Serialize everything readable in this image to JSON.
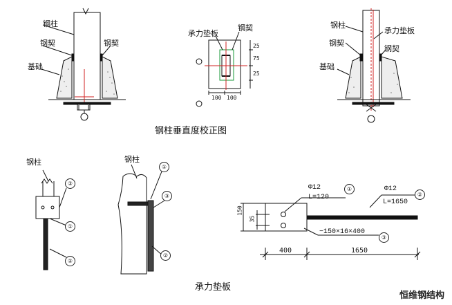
{
  "top_left": {
    "labels": [
      "钢柱",
      "钢契",
      "钢契",
      "基础"
    ]
  },
  "top_middle": {
    "labels": [
      "承力垫板",
      "钢契"
    ],
    "dims": [
      "25",
      "75",
      "25",
      "100",
      "100"
    ]
  },
  "top_right": {
    "labels": [
      "钢柱",
      "承力垫板",
      "钢契",
      "钢契",
      "基础"
    ]
  },
  "caption_top": "钢柱垂直度校正图",
  "bottom_left": {
    "label": "钢柱",
    "markers": [
      "③",
      "①",
      "②"
    ]
  },
  "bottom_middle": {
    "label": "钢柱",
    "markers": [
      "①",
      "③",
      "②"
    ]
  },
  "bottom_right": {
    "rebar1_dia": "Φ12",
    "rebar1_len": "L=120",
    "rebar2_dia": "Φ12",
    "rebar2_len": "L=1650",
    "plate": "−150×16×400",
    "markers": [
      "①",
      "②",
      "③"
    ],
    "dims_v": [
      "150",
      "35"
    ],
    "dims_h": [
      "400",
      "1650"
    ]
  },
  "caption_bottom": "承力垫板",
  "watermark": "恒维钢结构",
  "colors": {
    "line": "#111111",
    "red": "#d22020",
    "green": "#1a9a3a",
    "hatch": "#555555"
  }
}
